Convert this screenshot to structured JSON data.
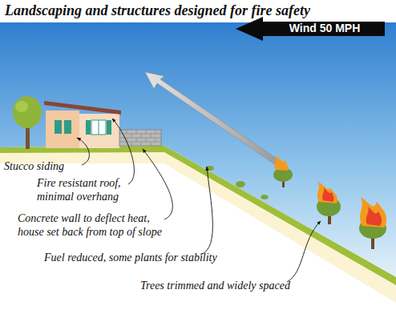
{
  "diagram": {
    "title": "Landscaping and structures designed for fire safety",
    "nodes": [
      {
        "text": [
          "Wind 50 MPH"
        ]
      }
    ],
    "labels": [
      "Stucco siding",
      "Fire resistant roof, minimal overhang",
      "Concrete wall to deflect heat, house set back from top of slope",
      "Fuel reduced, some plants for stability",
      "Trees trimmed and widely spaced"
    ]
  }
}
